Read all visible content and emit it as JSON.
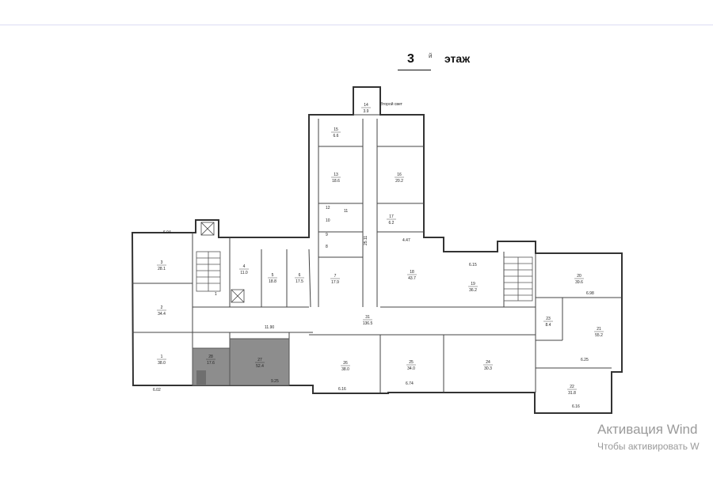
{
  "title": {
    "number": "3",
    "superscript": "й",
    "word": "этаж"
  },
  "rooms": [
    {
      "id": "3",
      "area": "28.1"
    },
    {
      "id": "2",
      "area": "34.4"
    },
    {
      "id": "1",
      "area": "38.0"
    },
    {
      "id": "4",
      "area": "11.0"
    },
    {
      "id": "5",
      "area": "18.8"
    },
    {
      "id": "6",
      "area": "17.5"
    },
    {
      "id": "7",
      "area": "17.9"
    },
    {
      "id": "13",
      "area": "18.6"
    },
    {
      "id": "15",
      "area": "6.6"
    },
    {
      "id": "14",
      "area": "3.9"
    },
    {
      "id": "16",
      "area": "20.2"
    },
    {
      "id": "17",
      "area": "6.2"
    },
    {
      "id": "18",
      "area": "43.7"
    },
    {
      "id": "19",
      "area": "36.2"
    },
    {
      "id": "20",
      "area": "39.6"
    },
    {
      "id": "21",
      "area": "55.2"
    },
    {
      "id": "22",
      "area": "31.8"
    },
    {
      "id": "23",
      "area": "8.4"
    },
    {
      "id": "24",
      "area": "30.3"
    },
    {
      "id": "25",
      "area": "34.0"
    },
    {
      "id": "26",
      "area": "38.0"
    },
    {
      "id": "27",
      "area": "52.4"
    },
    {
      "id": "28",
      "area": "17.6"
    },
    {
      "id": "31",
      "area": "136.5"
    }
  ],
  "labels": {
    "room_8": "8",
    "room_9": "9",
    "room_10": "10",
    "room_11": "11",
    "room_12": "12",
    "room_1a": "1",
    "corridor_note": "Второй свет",
    "dim_1": "11.90",
    "dim_2": "25.11",
    "dim_3": "6.04",
    "dim_4": "4.47",
    "dim_5": "6.15",
    "dim_6": "6.98",
    "dim_7": "6.25",
    "dim_8": "6.16",
    "dim_9": "6.02",
    "dim_10": "9.25",
    "dim_11": "6.74",
    "dim_12": "6.16"
  },
  "watermark": {
    "line1": "Активация Wind",
    "line2": "Чтобы активировать W"
  }
}
